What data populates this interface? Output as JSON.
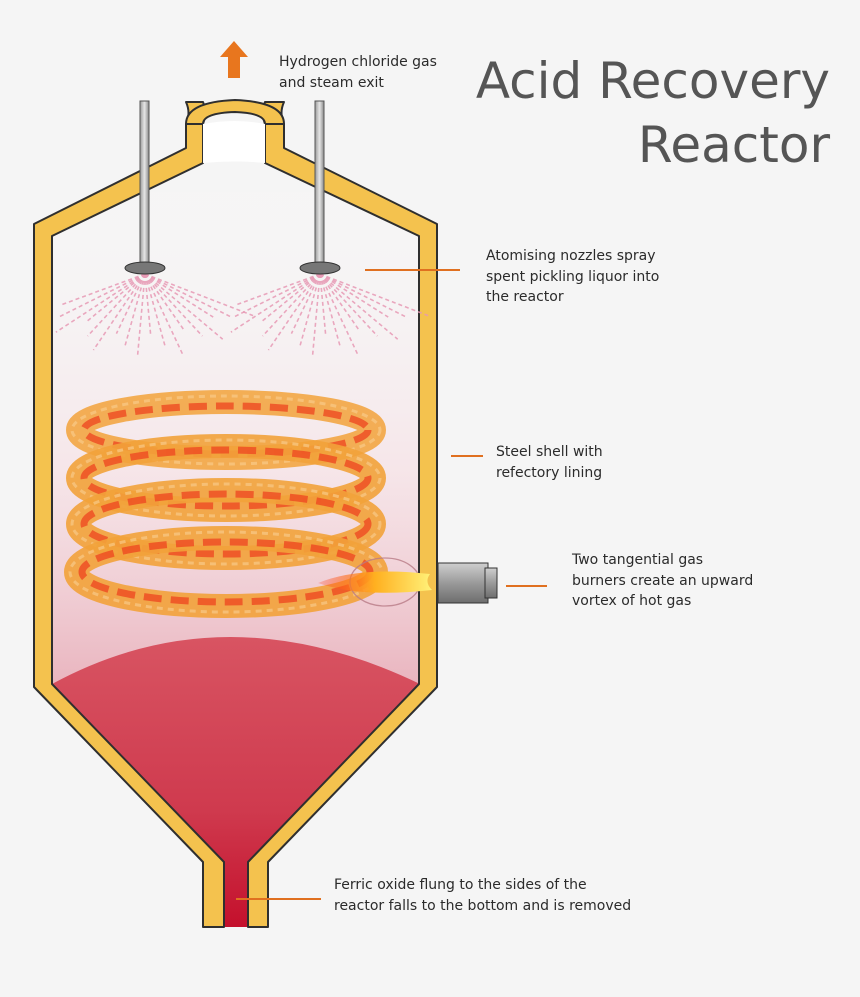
{
  "title": {
    "line1": "Acid Recovery",
    "line2": "Reactor"
  },
  "labels": {
    "exit": [
      "Hydrogen chloride gas",
      "and steam exit"
    ],
    "nozzles": [
      "Atomising nozzles spray",
      "spent pickling liquor into",
      "the reactor"
    ],
    "shell": [
      "Steel shell with",
      "refectory lining"
    ],
    "burners": [
      "Two tangential gas",
      "burners create an upward",
      "vortex of hot gas"
    ],
    "oxide": [
      "Ferric oxide flung to the sides of the",
      "reactor falls to the bottom and is removed"
    ]
  },
  "colors": {
    "background": "#f5f5f5",
    "shell_fill": "#f4c24e",
    "shell_outline": "#2f2f2f",
    "leader_line": "#e07020",
    "arrow": "#e8761e",
    "liquid_top": "#d85462",
    "liquid_bottom": "#c4102c",
    "flame_outer": "#f2a23a",
    "flame_inner": "#ee4a22",
    "spray": "#e79ab5",
    "title": "#555555"
  }
}
